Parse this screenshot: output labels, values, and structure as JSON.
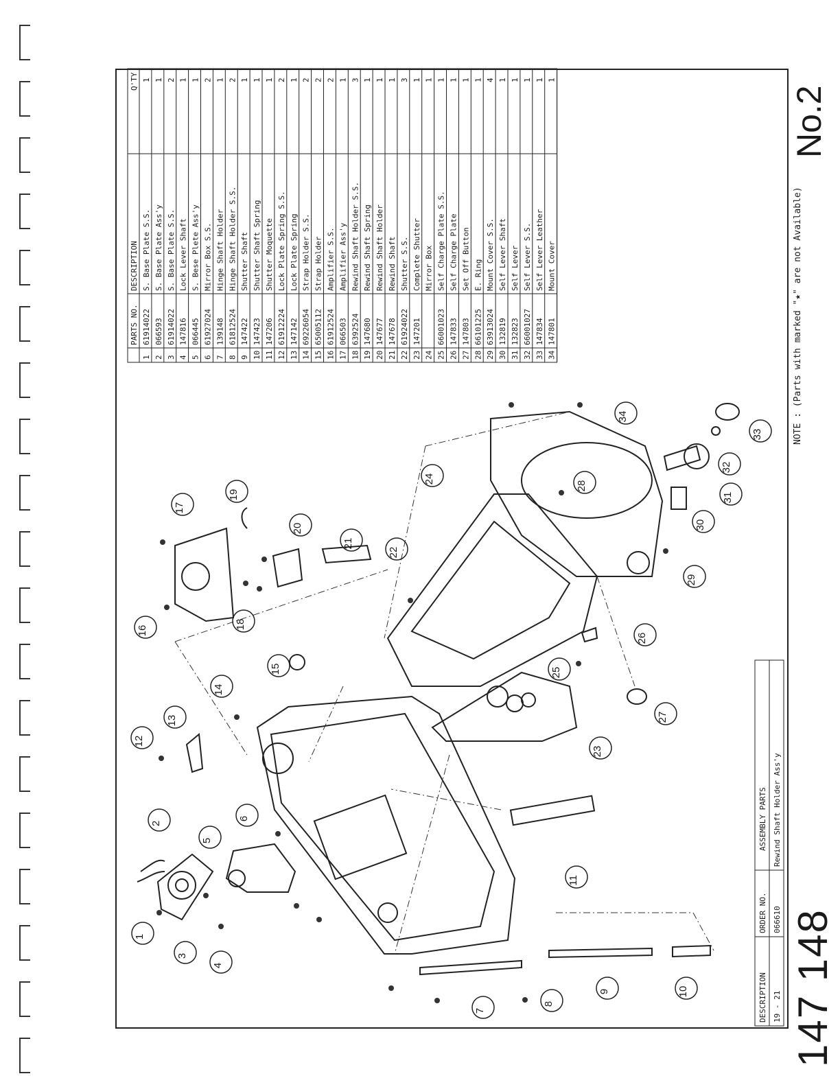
{
  "page": {
    "catalog_number": "147 148",
    "sheet_label": "No.2",
    "note": "NOTE : (Parts with marked \"★\" are not Available)"
  },
  "title_block": {
    "description_header": "DESCRIPTION",
    "description_value": "19 - 21",
    "order_no_header": "ORDER NO.",
    "order_no_value": "066610",
    "assembly_header": "ASSEMBLY PARTS",
    "assembly_value": "Rewind Shaft Holder Ass'y"
  },
  "parts_table": {
    "headers": {
      "no": "",
      "parts_no": "PARTS NO.",
      "description": "DESCRIPTION",
      "qty": "Q'TY"
    },
    "rows": [
      {
        "no": "1",
        "parts_no": "61914022",
        "description": "S. Base Plate S.S.",
        "qty": "1"
      },
      {
        "no": "2",
        "parts_no": "066593",
        "description": "S. Base Plate Ass'y",
        "qty": "1"
      },
      {
        "no": "3",
        "parts_no": "61914022",
        "description": "S. Base Plate S.S.",
        "qty": "2"
      },
      {
        "no": "4",
        "parts_no": "147816",
        "description": "Lock Lever Shaft",
        "qty": "1"
      },
      {
        "no": "5",
        "parts_no": "066445",
        "description": "S. Bese Plete Ass'y",
        "qty": "1"
      },
      {
        "no": "6",
        "parts_no": "61927024",
        "description": "Mirror Box S.S.",
        "qty": "2"
      },
      {
        "no": "7",
        "parts_no": "139148",
        "description": "Hinge Shaft Holder",
        "qty": "1"
      },
      {
        "no": "8",
        "parts_no": "61812524",
        "description": "Hinge Shaft Holder S.S.",
        "qty": "2"
      },
      {
        "no": "9",
        "parts_no": "147422",
        "description": "Shutter Shaft",
        "qty": "1"
      },
      {
        "no": "10",
        "parts_no": "147423",
        "description": "Shutter Shaft Spring",
        "qty": "1"
      },
      {
        "no": "11",
        "parts_no": "147206",
        "description": "Shutter Moquette",
        "qty": "1"
      },
      {
        "no": "12",
        "parts_no": "61912224",
        "description": "Lock Plate Spring S.S.",
        "qty": "2"
      },
      {
        "no": "13",
        "parts_no": "147142",
        "description": "Lock Plate Spring",
        "qty": "1"
      },
      {
        "no": "14",
        "parts_no": "69226054",
        "description": "Strap Holder S.S.",
        "qty": "2"
      },
      {
        "no": "15",
        "parts_no": "65005112",
        "description": "Strap Holder",
        "qty": "2"
      },
      {
        "no": "16",
        "parts_no": "61912524",
        "description": "Amplifier S.S.",
        "qty": "2"
      },
      {
        "no": "17",
        "parts_no": "066503",
        "description": "Amplifier Ass'y",
        "qty": "1"
      },
      {
        "no": "18",
        "parts_no": "6392524",
        "description": "Rewind Shaft Holder S.S.",
        "qty": "3"
      },
      {
        "no": "19",
        "parts_no": "147680",
        "description": "Rewind Shaft Spring",
        "qty": "1"
      },
      {
        "no": "20",
        "parts_no": "147677",
        "description": "Rewind Shaft Holder",
        "qty": "1"
      },
      {
        "no": "21",
        "parts_no": "147678",
        "description": "Rewind Shaft",
        "qty": "1"
      },
      {
        "no": "22",
        "parts_no": "61924022",
        "description": "Shutter S.S.",
        "qty": "3"
      },
      {
        "no": "23",
        "parts_no": "147201",
        "description": "Complete Shutter",
        "qty": "1"
      },
      {
        "no": "24",
        "parts_no": "",
        "description": "Mirror Box",
        "qty": "1"
      },
      {
        "no": "25",
        "parts_no": "66001023",
        "description": "Self Charge Plate S.S.",
        "qty": "1"
      },
      {
        "no": "26",
        "parts_no": "147833",
        "description": "Self Charge Plate",
        "qty": "1"
      },
      {
        "no": "27",
        "parts_no": "147803",
        "description": "Set Off Button",
        "qty": "1"
      },
      {
        "no": "28",
        "parts_no": "66101225",
        "description": "E. Ring",
        "qty": "1"
      },
      {
        "no": "29",
        "parts_no": "63913024",
        "description": "Mount Cover S.S.",
        "qty": "4"
      },
      {
        "no": "30",
        "parts_no": "132819",
        "description": "Self Lever Shaft",
        "qty": "1"
      },
      {
        "no": "31",
        "parts_no": "132823",
        "description": "Self Lever",
        "qty": "1"
      },
      {
        "no": "32",
        "parts_no": "66001027",
        "description": "Self Lever S.S.",
        "qty": "1"
      },
      {
        "no": "33",
        "parts_no": "147834",
        "description": "Self Lever Leather",
        "qty": "1"
      },
      {
        "no": "34",
        "parts_no": "147801",
        "description": "Mount Cover",
        "qty": "1"
      }
    ]
  },
  "callouts": [
    "1",
    "2",
    "3",
    "4",
    "5",
    "6",
    "7",
    "8",
    "9",
    "10",
    "11",
    "12",
    "13",
    "14",
    "15",
    "16",
    "17",
    "18",
    "19",
    "20",
    "21",
    "22",
    "23",
    "24",
    "25",
    "26",
    "27",
    "28",
    "29",
    "30",
    "31",
    "32",
    "33",
    "34"
  ]
}
